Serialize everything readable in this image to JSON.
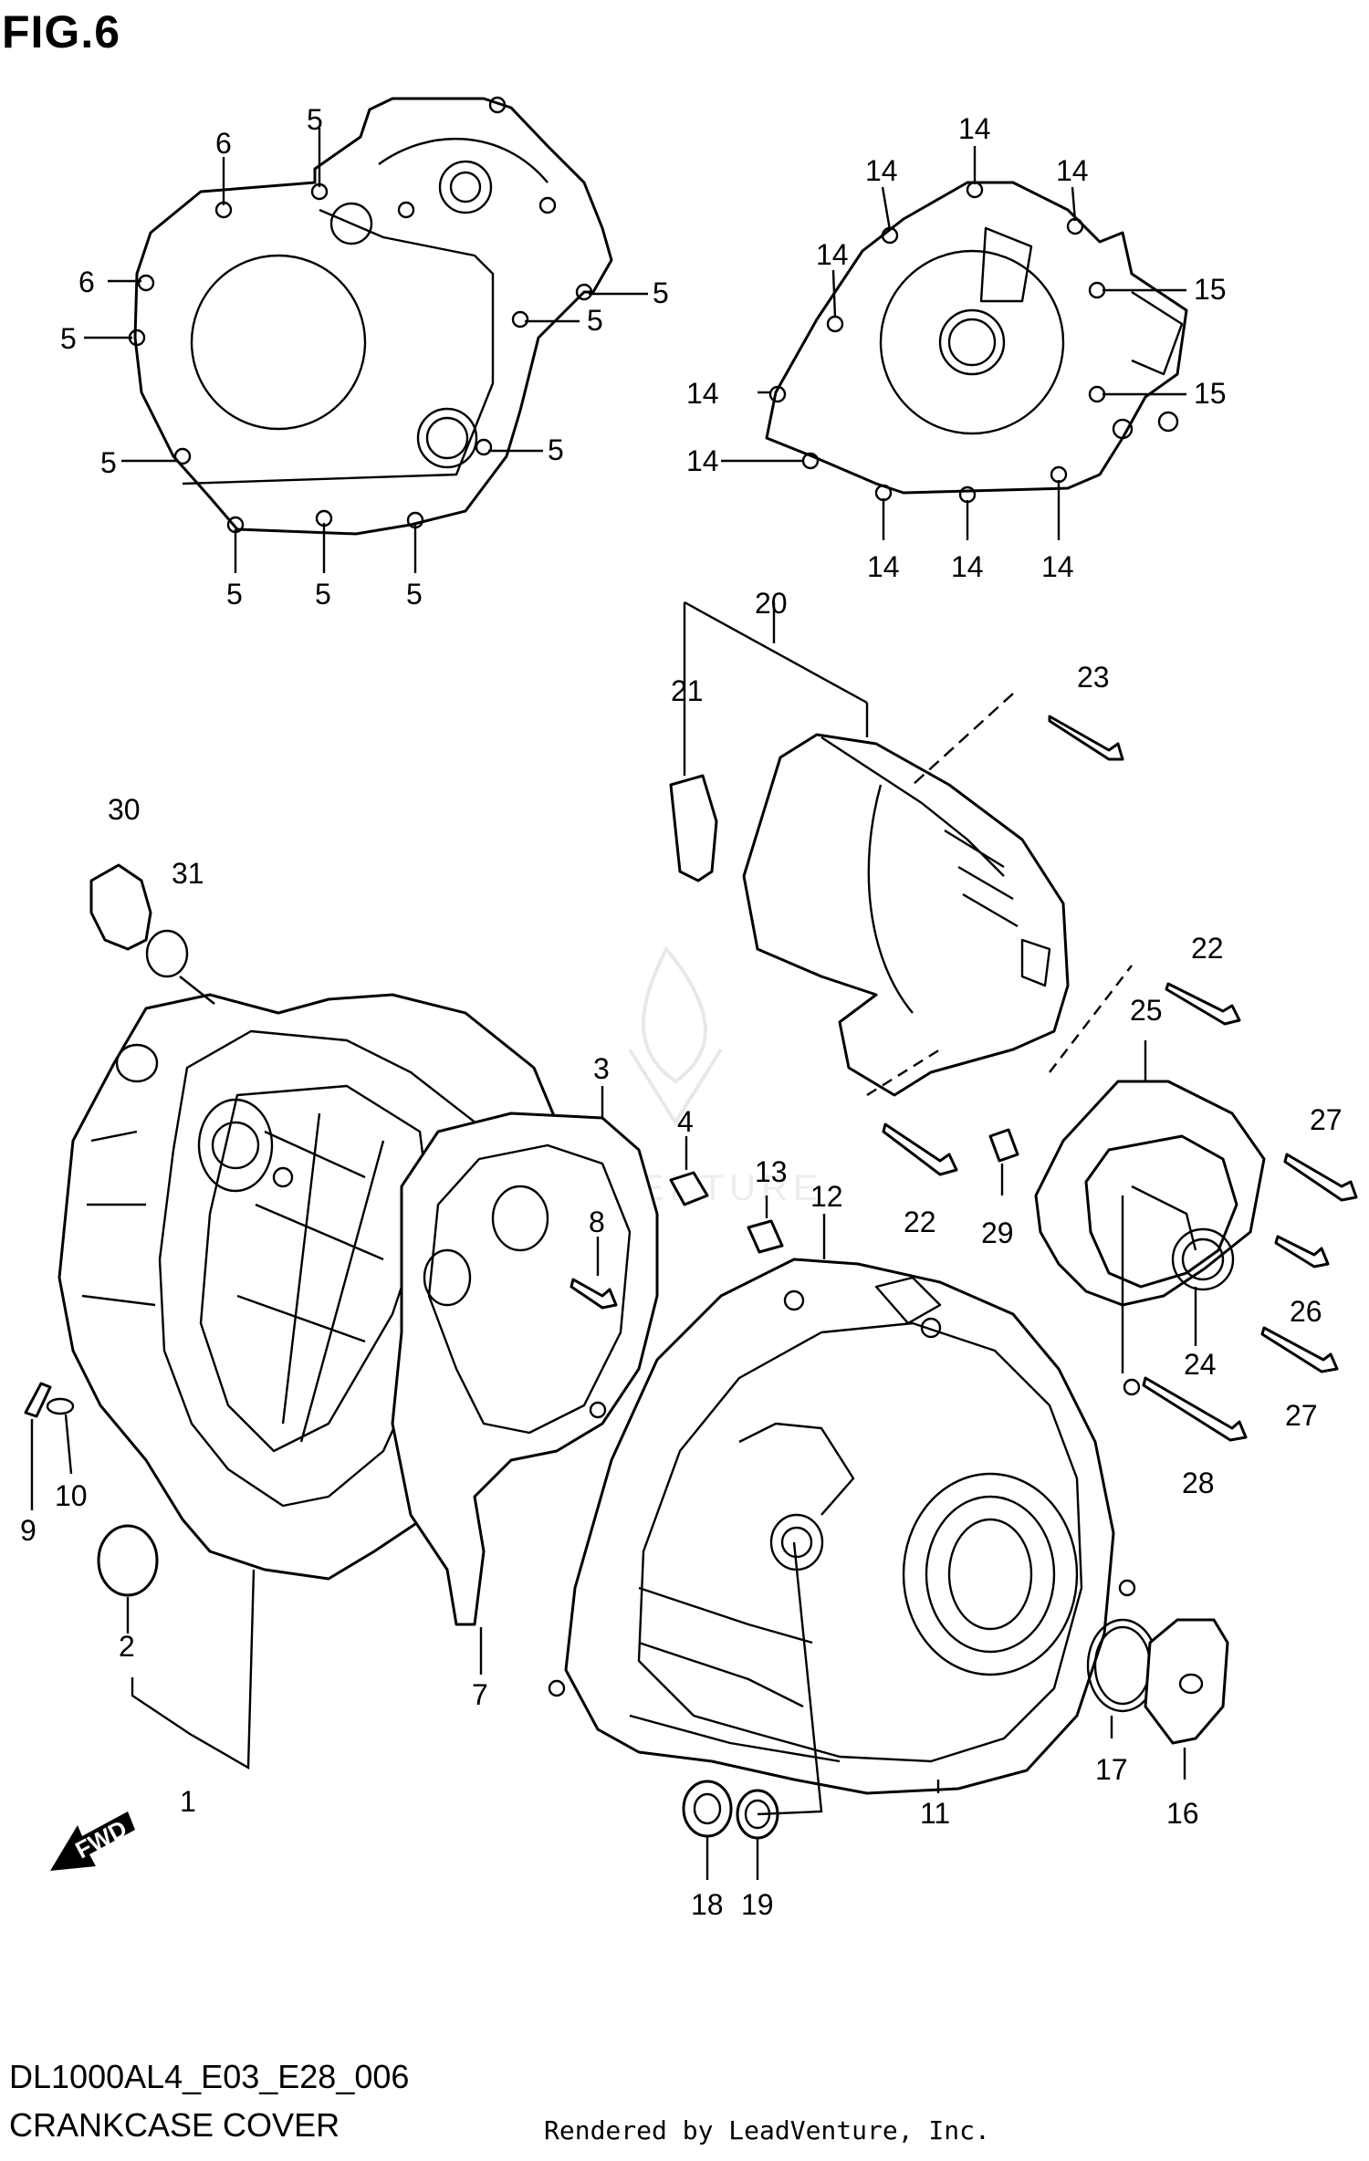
{
  "figure": {
    "title": "FIG.6",
    "model_code": "DL1000AL4_E03_E28_006",
    "name": "CRANKCASE COVER",
    "credit": "Rendered by LeadVenture, Inc."
  },
  "fwd_label": "FWD",
  "watermark": "LEADVENTURE",
  "callouts": {
    "c1": "1",
    "c2": "2",
    "c3": "3",
    "c4": "4",
    "c5a": "5",
    "c5b": "5",
    "c5c": "5",
    "c5d": "5",
    "c5e": "5",
    "c5f": "5",
    "c5g": "5",
    "c5h": "5",
    "c5i": "5",
    "c6a": "6",
    "c6b": "6",
    "c7": "7",
    "c8": "8",
    "c9": "9",
    "c10": "10",
    "c11": "11",
    "c12": "12",
    "c13": "13",
    "c14a": "14",
    "c14b": "14",
    "c14c": "14",
    "c14d": "14",
    "c14e": "14",
    "c14f": "14",
    "c14g": "14",
    "c14h": "14",
    "c14i": "14",
    "c15a": "15",
    "c15b": "15",
    "c16": "16",
    "c17": "17",
    "c18": "18",
    "c19": "19",
    "c20": "20",
    "c21": "21",
    "c22a": "22",
    "c22b": "22",
    "c23": "23",
    "c24": "24",
    "c25": "25",
    "c26": "26",
    "c27a": "27",
    "c27b": "27",
    "c28": "28",
    "c29": "29",
    "c30": "30",
    "c31": "31"
  }
}
